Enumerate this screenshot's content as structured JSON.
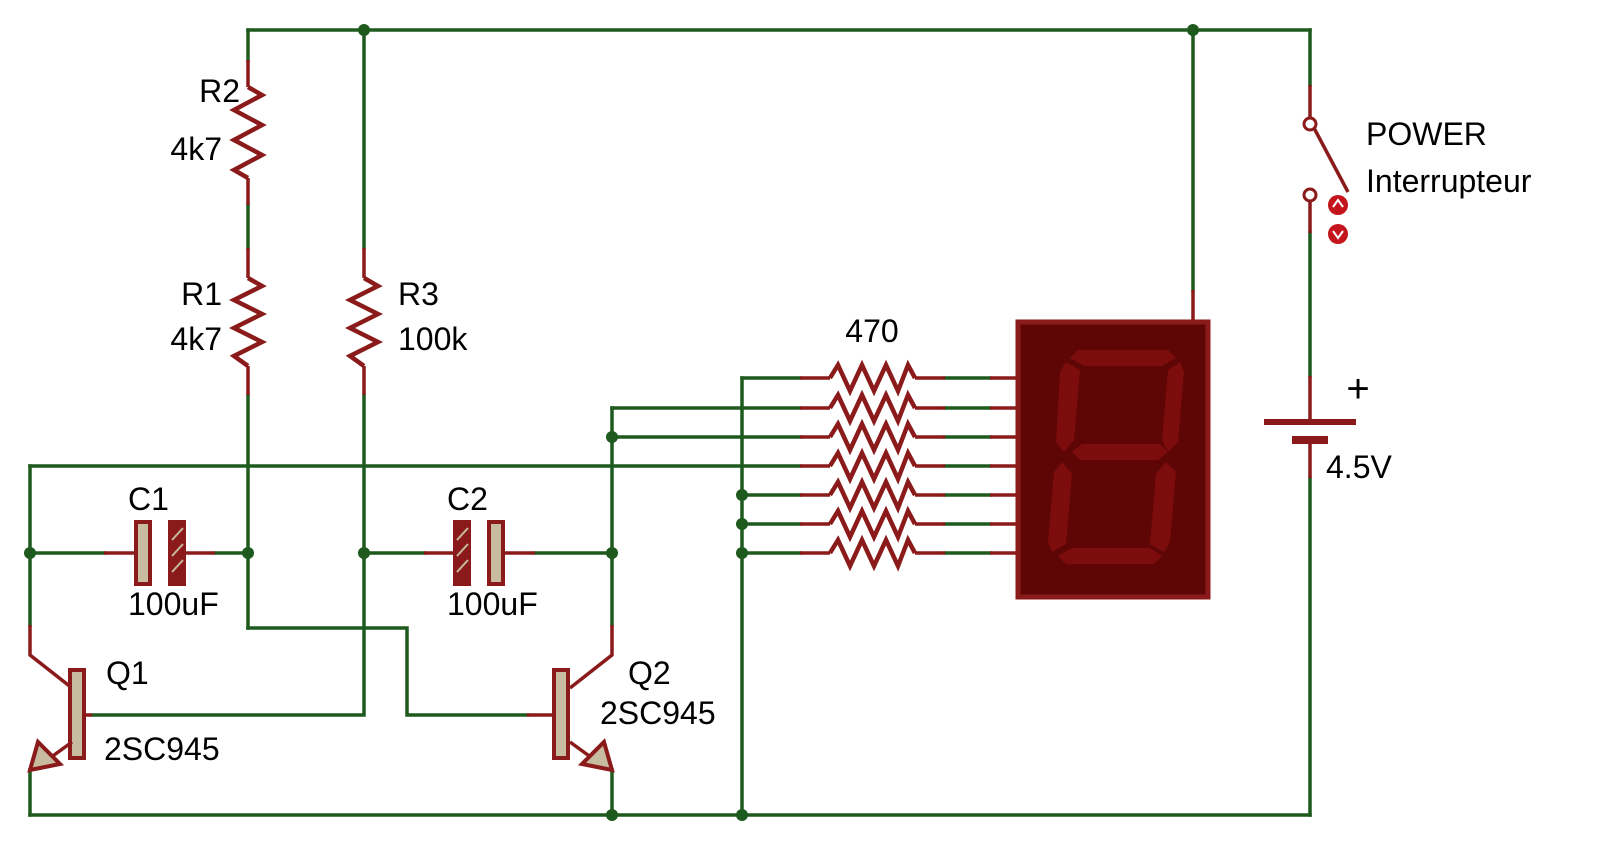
{
  "colors": {
    "wire": "#1e5a1e",
    "component": "#8b1a1a",
    "capacitor_fill": "#c8bca0",
    "display_body": "#5e0606",
    "display_segment": "#7d0c0c",
    "switch_indicator": "#c4141c"
  },
  "components": {
    "r1": {
      "ref": "R1",
      "value": "4k7"
    },
    "r2": {
      "ref": "R2",
      "value": "4k7"
    },
    "r3": {
      "ref": "R3",
      "value": "100k"
    },
    "c1": {
      "ref": "C1",
      "value": "100uF"
    },
    "c2": {
      "ref": "C2",
      "value": "100uF"
    },
    "q1": {
      "ref": "Q1",
      "value": "2SC945"
    },
    "q2": {
      "ref": "Q2",
      "value": "2SC945"
    },
    "segment_resistors": {
      "value": "470",
      "count": 7
    },
    "power_switch": {
      "ref": "POWER",
      "value": "Interrupteur"
    },
    "battery": {
      "polarity": "+",
      "value": "4.5V"
    },
    "display": {
      "type": "7-segment"
    }
  }
}
